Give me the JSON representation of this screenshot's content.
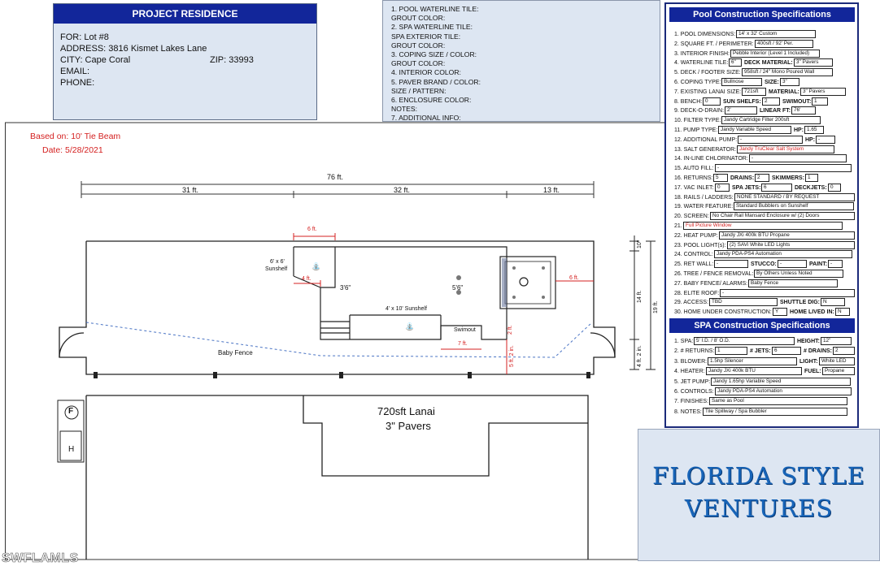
{
  "project": {
    "header": "PROJECT RESIDENCE",
    "for": "FOR:  Lot #8",
    "address": "ADDRESS: 3816 Kismet Lakes Lane",
    "city": "CITY: Cape Coral",
    "zip": "ZIP:  33993",
    "email": "EMAIL:",
    "phone": "PHONE:"
  },
  "notes": [
    "1. POOL WATERLINE TILE:",
    "    GROUT COLOR:",
    "2. SPA WATERLINE TILE:",
    "    SPA EXTERIOR TILE:",
    "    GROUT COLOR:",
    "3. COPING SIZE / COLOR:",
    "    GROUT COLOR:",
    "4. INTERIOR COLOR:",
    "5. PAVER BRAND / COLOR:",
    "    SIZE / PATTERN:",
    "6. ENCLOSURE COLOR:",
    "    NOTES:",
    "7. ADDITIONAL INFO:"
  ],
  "pool_spec": {
    "header": "Pool Construction Specifications",
    "rows": [
      {
        "label": "1. POOL DIMENSIONS:",
        "fields": [
          {
            "v": "14' x 32' Custom",
            "w": 98
          }
        ]
      },
      {
        "label": "2. SQUARE FT. / PERIMETER:",
        "fields": [
          {
            "v": "400sft / 92' Per.",
            "w": 72
          }
        ]
      },
      {
        "label": "3. INTERIOR FINISH:",
        "fields": [
          {
            "v": "Pebble Interior (Level 1 Included)",
            "w": 110
          }
        ]
      },
      {
        "label": "4. WATERLINE TILE:",
        "fields": [
          {
            "v": "6\"",
            "w": 16
          },
          {
            "p": "DECK MATERIAL:"
          },
          {
            "v": "3\" Pavers",
            "w": 48
          }
        ]
      },
      {
        "label": "5. DECK / FOOTER SIZE:",
        "fields": [
          {
            "v": "958sft / 24\" Mono Poured Wall",
            "w": 112
          }
        ]
      },
      {
        "label": "6. COPING TYPE:",
        "fields": [
          {
            "v": "Bullnose",
            "w": 50
          },
          {
            "p": "SIZE:"
          },
          {
            "v": "3\"",
            "w": 24
          }
        ]
      },
      {
        "label": "7. EXISTING LANAI SIZE:",
        "fields": [
          {
            "v": "721sft",
            "w": 30
          },
          {
            "p": "MATERIAL:"
          },
          {
            "v": "3\" Pavers",
            "w": 56
          }
        ]
      },
      {
        "label": "8. BENCH:",
        "fields": [
          {
            "v": "0",
            "w": 22
          },
          {
            "p": "SUN SHELFS:"
          },
          {
            "v": "2",
            "w": 22
          },
          {
            "p": "SWIMOUT:"
          },
          {
            "v": "1",
            "w": 20
          }
        ]
      },
      {
        "label": "9. DECK-O-DRAIN:",
        "fields": [
          {
            "v": "2'",
            "w": 40
          },
          {
            "p": "LINEAR FT:"
          },
          {
            "v": "76'",
            "w": 30
          }
        ]
      },
      {
        "label": "10. FILTER TYPE:",
        "fields": [
          {
            "v": "Jandy Cartridge Filter    200sft",
            "w": 122
          }
        ]
      },
      {
        "label": "11. PUMP TYPE:",
        "fields": [
          {
            "v": "Jandy Variable Speed",
            "w": 90
          },
          {
            "p": "HP:"
          },
          {
            "v": "1.65",
            "w": 24
          }
        ]
      },
      {
        "label": "12. ADDITIONAL  PUMP:",
        "fields": [
          {
            "v": "-",
            "w": 80
          },
          {
            "p": "HP:"
          },
          {
            "v": "-",
            "w": 24
          }
        ]
      },
      {
        "label": "13. SALT GENERATOR:",
        "fields": [
          {
            "v": "Jandy TruClear Salt System",
            "w": 120,
            "c": "red"
          }
        ]
      },
      {
        "label": "14. IN-LINE CHLORINATOR:",
        "fields": [
          {
            "v": "-",
            "w": 120
          }
        ]
      },
      {
        "label": "15. AUTO FILL:",
        "fields": [
          {
            "v": "-",
            "w": 168
          }
        ]
      },
      {
        "label": "16. RETURNS:",
        "fields": [
          {
            "v": "5",
            "w": 18
          },
          {
            "p": "DRAINS:"
          },
          {
            "v": "2",
            "w": 18
          },
          {
            "p": "SKIMMERS:"
          },
          {
            "v": "1",
            "w": 16
          }
        ]
      },
      {
        "label": "17. VAC INLET:",
        "fields": [
          {
            "v": "0",
            "w": 18
          },
          {
            "p": "SPA JETS:"
          },
          {
            "v": "6",
            "w": 38
          },
          {
            "p": "DECKJETS:"
          },
          {
            "v": "0",
            "w": 16
          }
        ]
      },
      {
        "label": "18. RAILS / LADDERS:",
        "fields": [
          {
            "v": "NONE STANDARD / BY REQUEST",
            "w": 148
          }
        ]
      },
      {
        "label": "19. WATER FEATURE:",
        "fields": [
          {
            "v": "Standard Bubblers on Sunshelf",
            "w": 148
          }
        ]
      },
      {
        "label": "20. SCREEN:",
        "fields": [
          {
            "v": "No Chair Rail Mansard Enclosure w/ (2) Doors",
            "w": 196
          }
        ]
      },
      {
        "label": "21.",
        "fields": [
          {
            "v": "Full Picture Window",
            "w": 196,
            "c": "red"
          }
        ]
      },
      {
        "label": "22. HEAT PUMP:",
        "fields": [
          {
            "v": "Jandy JXi 400k BTU Propane",
            "w": 170
          }
        ]
      },
      {
        "label": "23. POOL LIGHT(s):",
        "fields": [
          {
            "v": "(2) SAVi White LED Lights",
            "w": 162
          }
        ]
      },
      {
        "label": "24. CONTROL:",
        "fields": [
          {
            "v": "Jandy PDA-PS4 Automation",
            "w": 170
          }
        ]
      },
      {
        "label": "25. RET WALL:",
        "fields": [
          {
            "v": "-",
            "w": 42
          },
          {
            "p": "STUCCO:"
          },
          {
            "v": "-",
            "w": 36
          },
          {
            "p": "PAINT:"
          },
          {
            "v": "-",
            "w": 18
          }
        ]
      },
      {
        "label": "26. TREE / FENCE REMOVAL:",
        "fields": [
          {
            "v": "By Others Unless Noted",
            "w": 110
          }
        ]
      },
      {
        "label": "27. BABY FENCE/ ALARMS:",
        "fields": [
          {
            "v": "Baby Fence",
            "w": 110
          }
        ]
      },
      {
        "label": "28. ELITE ROOF:",
        "fields": [
          {
            "v": "-",
            "w": 168
          }
        ]
      },
      {
        "label": "29. ACCESS:",
        "fields": [
          {
            "v": "TBD",
            "w": 84
          },
          {
            "p": "SHUTTLE DIG:"
          },
          {
            "v": "N",
            "w": 30
          }
        ]
      },
      {
        "label": "30. HOME UNDER CONSTRUCTION:",
        "fields": [
          {
            "v": "Y",
            "w": 18
          },
          {
            "p": "HOME LIVED IN:"
          },
          {
            "v": "N",
            "w": 18
          }
        ]
      }
    ]
  },
  "spa_spec": {
    "header": "SPA Construction Specifications",
    "rows": [
      {
        "label": "1. SPA:",
        "fields": [
          {
            "v": "5' I.D. / 8' O.D.",
            "w": 124
          },
          {
            "p": "HEIGHT:"
          },
          {
            "v": "12\"",
            "w": 38
          }
        ]
      },
      {
        "label": "2. # RETURNS:",
        "fields": [
          {
            "v": "1",
            "w": 40
          },
          {
            "p": "# JETS:"
          },
          {
            "v": "6",
            "w": 36
          },
          {
            "p": "# DRAINS:"
          },
          {
            "v": "2",
            "w": 30
          }
        ]
      },
      {
        "label": "3. BLOWER:",
        "fields": [
          {
            "v": "1.5hp Silencer",
            "w": 110
          },
          {
            "p": "LIGHT:"
          },
          {
            "v": "White LED",
            "w": 46
          }
        ]
      },
      {
        "label": "4. HEATER:",
        "fields": [
          {
            "v": "Jandy JXi 400k BTU",
            "w": 118
          },
          {
            "p": "FUEL:"
          },
          {
            "v": "Propane",
            "w": 54
          }
        ]
      },
      {
        "label": "5. JET PUMP:",
        "fields": [
          {
            "v": "Jandy 1.65hp Variable Speed",
            "w": 172
          }
        ]
      },
      {
        "label": "6. CONTROLS:",
        "fields": [
          {
            "v": "Jandy PDA-PS4 Automation",
            "w": 168
          }
        ]
      },
      {
        "label": "7. FINISHES:",
        "fields": [
          {
            "v": "Same as Pool",
            "w": 170
          }
        ]
      },
      {
        "label": "8. NOTES:",
        "fields": [
          {
            "v": "Tile Spillway / Spa Bubbler",
            "w": 178
          }
        ]
      }
    ]
  },
  "logo": {
    "line1": "FLORIDA STYLE",
    "line2": "VENTURES"
  },
  "watermark": "SWFLAMLS",
  "diagram": {
    "based_on": "Based on: 10' Tie Beam",
    "date": "Date: 5/28/2021",
    "total_width": "76 ft.",
    "seg1": "31 ft.",
    "seg2": "32 ft.",
    "seg3": "13 ft.",
    "dim_6ft_top": "6 ft.",
    "dim_4ft": "4 ft.",
    "sunshelf_6x6": "6' x 6'",
    "sunshelf_6x6_b": "Sunshelf",
    "dim_3_6": "3'6\"",
    "dim_5_6": "5'6\"",
    "sunshelf_4x10": "4' x 10' Sunshelf",
    "swimout": "Swimout",
    "dim_7ft": "7 ft.",
    "dim_2ft": "2 ft.",
    "dim_5ft2in": "5 ft. 2 in.",
    "dim_6ft_right": "6 ft.",
    "dim_10": "10\"",
    "dim_14ft": "14 ft.",
    "dim_19ft": "19 ft.",
    "dim_4ft2in": "4 ft. 2 in.",
    "baby_fence": "Baby Fence",
    "lanai_1": "720sft Lanai",
    "lanai_2": "3\" Pavers",
    "equip_f": "F",
    "equip_h": "H"
  }
}
